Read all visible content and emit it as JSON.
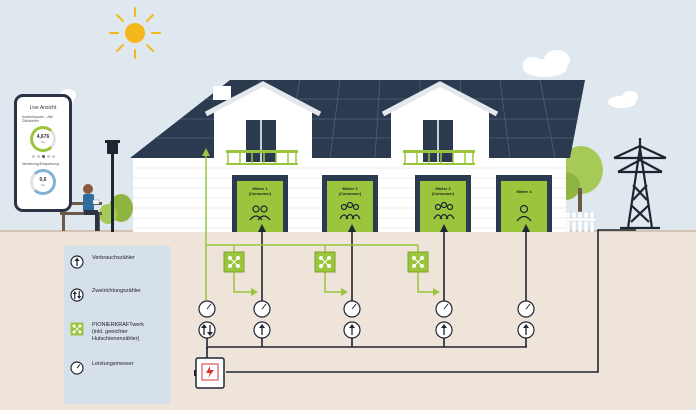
{
  "app": {
    "title": "Live Ansicht",
    "metric1": {
      "label": "Autarkiequote – Alle Zählstellen",
      "value": "4,676",
      "unit": "kw"
    },
    "metric2": {
      "label": "Netzbezug/Einspeisung",
      "value": "0,6",
      "unit": "kw"
    }
  },
  "apartments": [
    {
      "name": "Mieter 1",
      "role": "(Consumer)"
    },
    {
      "name": "Mieter 2",
      "role": "(Consumer)"
    },
    {
      "name": "Mieter 3",
      "role": "(Consumer)"
    },
    {
      "name": "Mieter 4",
      "role": ""
    }
  ],
  "legend": {
    "consumption_meter": "Verbrauchszähler",
    "bidirectional_meter": "Zweirichtungszähler",
    "plant_line1": "PIONIERKRAFTwerk",
    "plant_line2": "(inkl. geeichter",
    "plant_line3": "Hutschienenzähler)",
    "power_meter": "Leistungsmesser"
  },
  "colors": {
    "sky": "#dfe8ef",
    "ground": "#efe4da",
    "accent_green": "#9bc53d",
    "line_dark": "#1f2430",
    "roof": "#2b3a4e",
    "sun": "#f5b81c"
  }
}
